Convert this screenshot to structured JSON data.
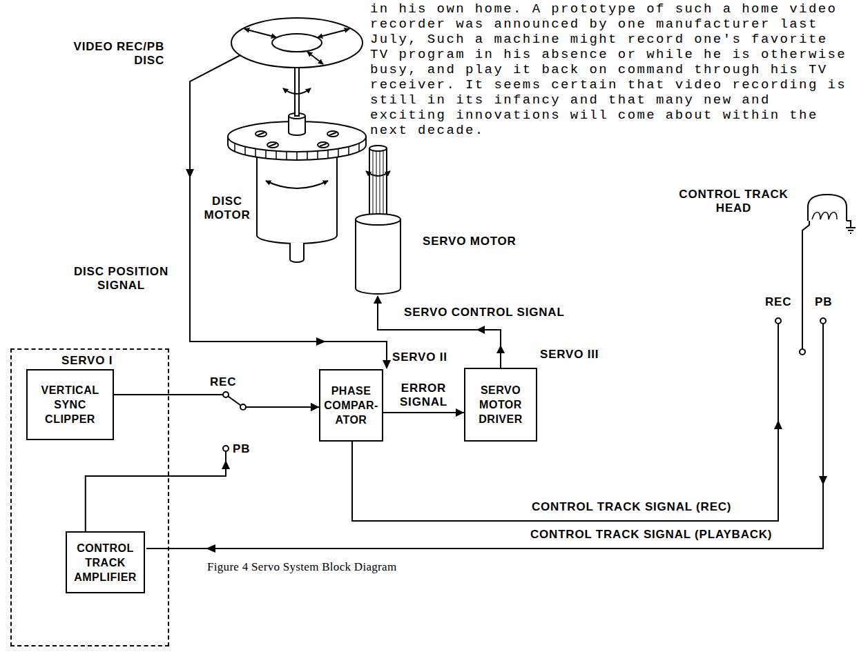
{
  "diagram": {
    "caption": "Figure 4 Servo System Block Diagram",
    "nodes": [
      {
        "text": [
          "SERVO I"
        ]
      },
      {
        "text": [
          "VERTICAL SYNC CLIPPER"
        ],
        "in": 0
      },
      {
        "text": [
          "CONTROL TRACK AMPLIFIER"
        ],
        "in": 0
      },
      {
        "text": [
          "PHASE COMPAR- ATOR"
        ]
      },
      {
        "text": [
          "SERVO MOTOR DRIVER"
        ]
      }
    ],
    "edges": [
      {
        "from": 1,
        "to": 3,
        "arrow": "to"
      },
      {
        "from": 2,
        "to": 3,
        "arrow": "to"
      },
      {
        "from": 3,
        "to": 4,
        "label": "ERROR SIGNAL",
        "arrow": "to"
      }
    ],
    "labels": [
      "in his own home. A prototype of such a home video recorder was announced by one manufacturer last July, Such a machine might record one's favorite TV program in his absence or while he is otherwise busy, and play it back on command through his TV receiver. It seems certain that video recording is still in its infancy and that many new and exciting innovations will come about within the next decade.",
      "VIDEO REC/PB DISC",
      "DISC MOTOR",
      "SERVO MOTOR",
      "DISC POSITION SIGNAL",
      "SERVO CONTROL SIGNAL",
      "SERVO II",
      "SERVO III",
      "REC",
      "PB",
      "CONTROL TRACK HEAD",
      "REC",
      "PB",
      "CONTROL TRACK SIGNAL (REC)",
      "CONTROL TRACK SIGNAL (PLAYBACK)"
    ]
  }
}
